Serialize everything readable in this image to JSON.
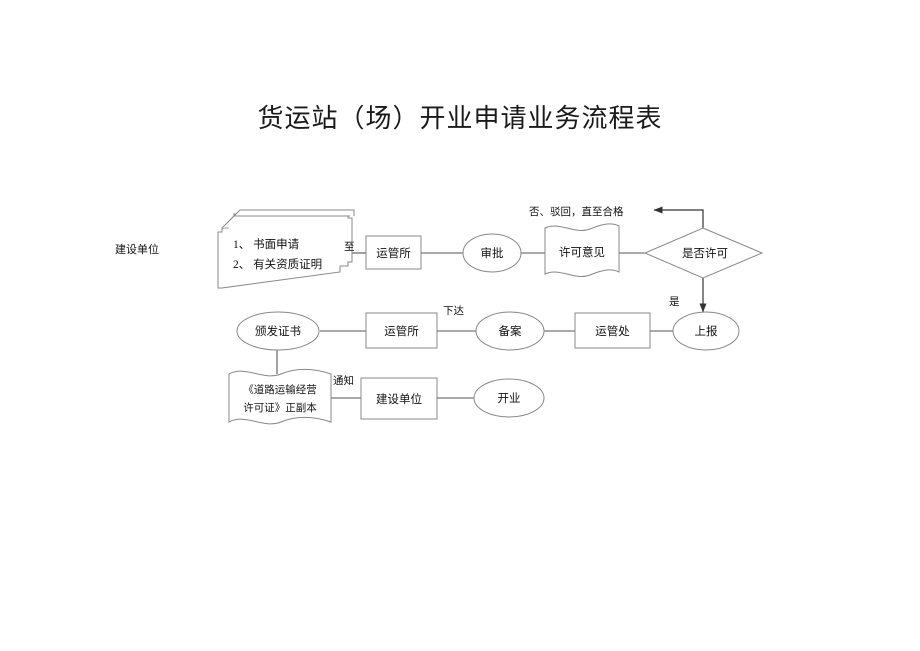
{
  "document": {
    "title": "货运站（场）开业申请业务流程表"
  },
  "swimlane": {
    "label": "建设单位"
  },
  "chart_data": {
    "type": "diagram",
    "title": "货运站（场）开业申请业务流程表",
    "nodes": [
      {
        "id": "apply-docs",
        "label_lines": [
          "1、 书面申请",
          "2、 有关资质证明"
        ],
        "shape": "multi-document",
        "row": 1
      },
      {
        "id": "yunguansuo-1",
        "label": "运管所",
        "shape": "rectangle",
        "row": 1
      },
      {
        "id": "shenpi",
        "label": "审批",
        "shape": "ellipse",
        "row": 1
      },
      {
        "id": "xukeyijian",
        "label": "许可意见",
        "shape": "wavy-banner",
        "row": 1
      },
      {
        "id": "shifouxuke",
        "label": "是否许可",
        "shape": "diamond",
        "row": 1
      },
      {
        "id": "banfazhengshu",
        "label": "颁发证书",
        "shape": "ellipse",
        "row": 2
      },
      {
        "id": "yunguansuo-2",
        "label": "运管所",
        "shape": "rectangle",
        "row": 2
      },
      {
        "id": "bei-an",
        "label": "备案",
        "shape": "ellipse",
        "row": 2
      },
      {
        "id": "yunguanchu",
        "label": "运管处",
        "shape": "rectangle",
        "row": 2
      },
      {
        "id": "shangbao",
        "label": "上报",
        "shape": "ellipse",
        "row": 2
      },
      {
        "id": "license",
        "label_lines": [
          "《道路运输经营",
          "许可证》正副本"
        ],
        "shape": "wavy-banner",
        "row": 3
      },
      {
        "id": "jianshedanwei",
        "label": "建设单位",
        "shape": "rectangle",
        "row": 3
      },
      {
        "id": "kaiye",
        "label": "开业",
        "shape": "ellipse",
        "row": 3
      }
    ],
    "edges": [
      {
        "from": "apply-docs",
        "to": "yunguansuo-1",
        "label": "至"
      },
      {
        "from": "yunguansuo-1",
        "to": "shenpi",
        "label": ""
      },
      {
        "from": "shenpi",
        "to": "xukeyijian",
        "label": ""
      },
      {
        "from": "xukeyijian",
        "to": "shifouxuke",
        "label": ""
      },
      {
        "from": "shifouxuke",
        "to": "shenpi",
        "label": "否、驳回，直至合格",
        "arrow": true
      },
      {
        "from": "shifouxuke",
        "to": "shangbao",
        "label": "是",
        "arrow": true
      },
      {
        "from": "shangbao",
        "to": "yunguanchu",
        "label": ""
      },
      {
        "from": "yunguanchu",
        "to": "bei-an",
        "label": ""
      },
      {
        "from": "bei-an",
        "to": "yunguansuo-2",
        "label": "下达"
      },
      {
        "from": "yunguansuo-2",
        "to": "banfazhengshu",
        "label": ""
      },
      {
        "from": "banfazhengshu",
        "to": "license",
        "label": ""
      },
      {
        "from": "license",
        "to": "jianshedanwei",
        "label": "通知"
      },
      {
        "from": "jianshedanwei",
        "to": "kaiye",
        "label": ""
      }
    ],
    "labels": {
      "reject_path": "否、驳回，直至合格",
      "yes_path": "是",
      "to_label": "至",
      "issue_label": "下达",
      "notify_label": "通知"
    },
    "colors": {
      "background": "#ffffff",
      "shape_stroke": "#888888",
      "shape_fill": "#ffffff",
      "connector": "#555555",
      "text": "#111111"
    }
  },
  "nodes": {
    "apply_line1": "1、 书面申请",
    "apply_line2": "2、 有关资质证明",
    "to_label": "至",
    "yunguansuo_1": "运管所",
    "shenpi": "审批",
    "xukeyijian": "许可意见",
    "shifouxuke": "是否许可",
    "reject_label": "否、驳回，直至合格",
    "yes_label": "是",
    "banfazhengshu": "颁发证书",
    "yunguansuo_2": "运管所",
    "xiada_label": "下达",
    "beian": "备案",
    "yunguanchu": "运管处",
    "shangbao": "上报",
    "license_line1": "《道路运输经营",
    "license_line2": "许可证》正副本",
    "tongzhi_label": "通知",
    "jianshedanwei": "建设单位",
    "kaiye": "开业"
  }
}
